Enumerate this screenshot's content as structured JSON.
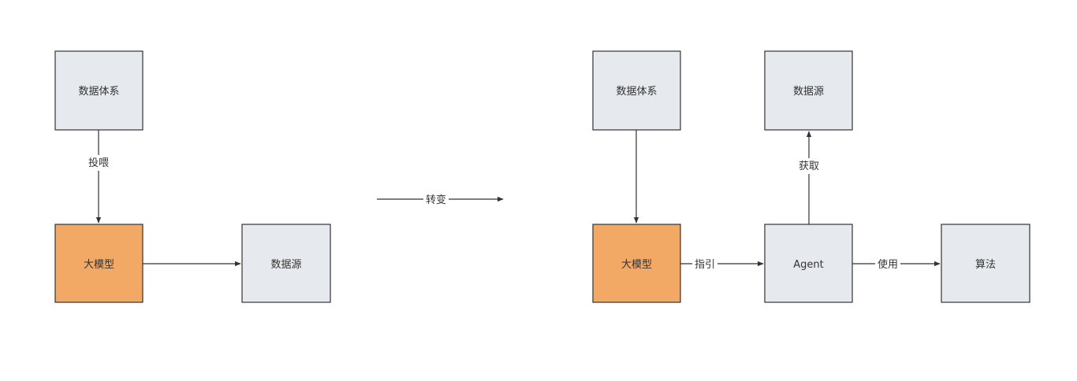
{
  "colors": {
    "node_gray": "#e6e9ed",
    "node_orange": "#f2a966",
    "stroke": "#333333",
    "text": "#333333"
  },
  "left": {
    "nodes": {
      "data_system": "数据体系",
      "llm": "大模型",
      "data_source": "数据源"
    },
    "edges": {
      "feed": "投喂"
    }
  },
  "transition": {
    "label": "转变"
  },
  "right": {
    "nodes": {
      "data_system": "数据体系",
      "data_source": "数据源",
      "llm": "大模型",
      "agent": "Agent",
      "algorithm": "算法"
    },
    "edges": {
      "fetch": "获取",
      "guide": "指引",
      "use": "使用"
    }
  }
}
